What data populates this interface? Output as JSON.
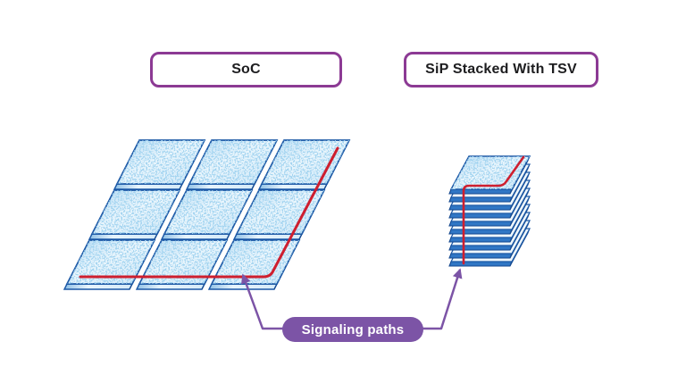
{
  "labels": {
    "soc": "SoC",
    "sip": "SiP Stacked With TSV",
    "callout": "Signaling paths"
  },
  "colors": {
    "label_border_purple": "#8c3a94",
    "callout_purple": "#7c54a6",
    "signal_path_red": "#ce1f2f",
    "chip_outline_blue": "#1a57a5",
    "chip_side_blue": "#2f73c1",
    "chip_fill_light": "#d9ecfa",
    "speckle_blue": "#5ea9dd",
    "text_dark": "#1d1d1f",
    "callout_text": "#ffffff",
    "background": "#ffffff"
  },
  "diagram": {
    "soc_grid": {
      "type": "chip-grid",
      "rows": 3,
      "cols": 3,
      "chip_count": 9
    },
    "sip_stack": {
      "type": "stacked-dies-with-tsv",
      "layers": 10
    },
    "signal_paths_shown": 2
  }
}
